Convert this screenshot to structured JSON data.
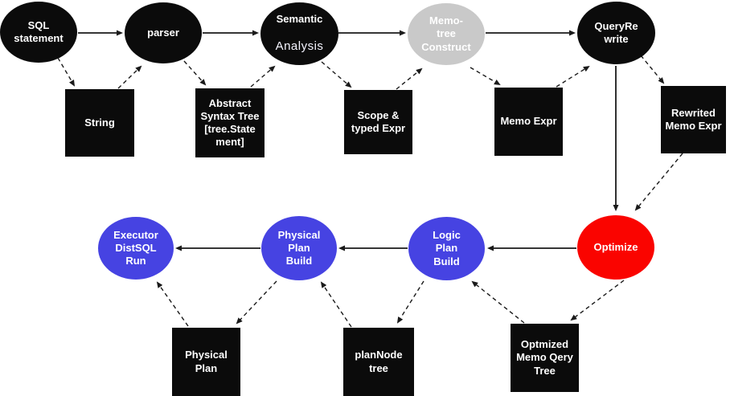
{
  "diagram": {
    "colors": {
      "stage_node": "#0b0b0b",
      "inactive_stage_node": "#c9c9c9",
      "build_stage_node": "#4643e2",
      "optimize_stage_node": "#fa0400",
      "artifact_node": "#0b0b0b",
      "edge": "#1a1a1a",
      "node_text": "#ffffff",
      "background": "#ffffff"
    },
    "nodes": {
      "sql_statement": {
        "label": "SQL\nstatement",
        "shape": "ellipse",
        "color": "black"
      },
      "parser": {
        "label": "parser",
        "shape": "ellipse",
        "color": "black"
      },
      "semantic_analysis": {
        "label_line1": "Semantic",
        "label_line2": "Analysis",
        "shape": "ellipse",
        "color": "black"
      },
      "memo_tree_construct": {
        "label": "Memo-\ntree\nConstruct",
        "shape": "ellipse",
        "color": "gray"
      },
      "query_rewrite": {
        "label": "QueryRe\nwrite",
        "shape": "ellipse",
        "color": "black"
      },
      "string": {
        "label": "String",
        "shape": "rect",
        "color": "black"
      },
      "abstract_syntax_tree": {
        "label": "Abstract\nSyntax Tree\n[tree.State\nment]",
        "shape": "rect",
        "color": "black"
      },
      "scope_typed_expr": {
        "label": "Scope &\ntyped Expr",
        "shape": "rect",
        "color": "black"
      },
      "memo_expr": {
        "label": "Memo Expr",
        "shape": "rect",
        "color": "black"
      },
      "rewrited_memo_expr": {
        "label": "Rewrited\nMemo Expr",
        "shape": "rect",
        "color": "black"
      },
      "executor_distsql_run": {
        "label": "Executor\nDistSQL\nRun",
        "shape": "ellipse",
        "color": "blue"
      },
      "physical_plan_build": {
        "label": "Physical\nPlan\nBuild",
        "shape": "ellipse",
        "color": "blue"
      },
      "logic_plan_build": {
        "label": "Logic\nPlan\nBuild",
        "shape": "ellipse",
        "color": "blue"
      },
      "optimize": {
        "label": "Optimize",
        "shape": "ellipse",
        "color": "red"
      },
      "physical_plan": {
        "label": "Physical\nPlan",
        "shape": "rect",
        "color": "black"
      },
      "plannode_tree": {
        "label": "planNode\ntree",
        "shape": "rect",
        "color": "black"
      },
      "optmized_memo_qery_tree": {
        "label": "Optmized\nMemo Qery\nTree",
        "shape": "rect",
        "color": "black"
      }
    },
    "edges": [
      {
        "from": "sql_statement",
        "to": "parser",
        "style": "solid"
      },
      {
        "from": "parser",
        "to": "semantic_analysis",
        "style": "solid"
      },
      {
        "from": "semantic_analysis",
        "to": "memo_tree_construct",
        "style": "solid"
      },
      {
        "from": "memo_tree_construct",
        "to": "query_rewrite",
        "style": "solid"
      },
      {
        "from": "query_rewrite",
        "to": "optimize",
        "style": "solid"
      },
      {
        "from": "optimize",
        "to": "logic_plan_build",
        "style": "solid"
      },
      {
        "from": "logic_plan_build",
        "to": "physical_plan_build",
        "style": "solid"
      },
      {
        "from": "physical_plan_build",
        "to": "executor_distsql_run",
        "style": "solid"
      },
      {
        "from": "sql_statement",
        "to": "string",
        "style": "dashed"
      },
      {
        "from": "string",
        "to": "parser",
        "style": "dashed"
      },
      {
        "from": "parser",
        "to": "abstract_syntax_tree",
        "style": "dashed"
      },
      {
        "from": "abstract_syntax_tree",
        "to": "semantic_analysis",
        "style": "dashed"
      },
      {
        "from": "semantic_analysis",
        "to": "scope_typed_expr",
        "style": "dashed"
      },
      {
        "from": "scope_typed_expr",
        "to": "memo_tree_construct",
        "style": "dashed"
      },
      {
        "from": "memo_tree_construct",
        "to": "memo_expr",
        "style": "dashed"
      },
      {
        "from": "memo_expr",
        "to": "query_rewrite",
        "style": "dashed"
      },
      {
        "from": "query_rewrite",
        "to": "rewrited_memo_expr",
        "style": "dashed"
      },
      {
        "from": "rewrited_memo_expr",
        "to": "optimize",
        "style": "dashed"
      },
      {
        "from": "optimize",
        "to": "optmized_memo_qery_tree",
        "style": "dashed"
      },
      {
        "from": "optmized_memo_qery_tree",
        "to": "logic_plan_build",
        "style": "dashed"
      },
      {
        "from": "logic_plan_build",
        "to": "plannode_tree",
        "style": "dashed"
      },
      {
        "from": "plannode_tree",
        "to": "physical_plan_build",
        "style": "dashed"
      },
      {
        "from": "physical_plan_build",
        "to": "physical_plan",
        "style": "dashed"
      },
      {
        "from": "physical_plan",
        "to": "executor_distsql_run",
        "style": "dashed"
      }
    ]
  }
}
